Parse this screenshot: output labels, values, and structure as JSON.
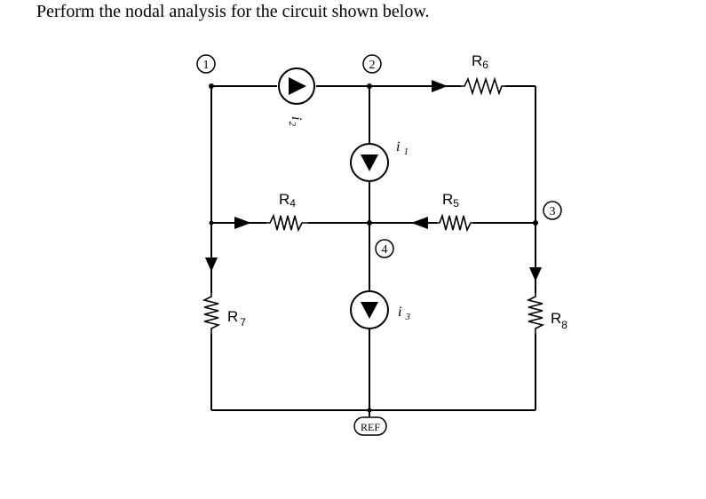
{
  "problem_text": "Perform the nodal analysis for the circuit shown below.",
  "nodes": {
    "n1": "1",
    "n2": "2",
    "n3": "3",
    "n4": "4",
    "ref": "REF"
  },
  "resistors": {
    "r4": {
      "main": "R",
      "sub": "4"
    },
    "r5": {
      "main": "R",
      "sub": "5"
    },
    "r6": {
      "main": "R",
      "sub": "6"
    },
    "r7": {
      "main": "R",
      "sub": "7"
    },
    "r8": {
      "main": "R",
      "sub": "8"
    }
  },
  "sources": {
    "i1": {
      "main": "i",
      "sub": "1"
    },
    "i2": {
      "main": "i",
      "sub": "2"
    },
    "i3": {
      "main": "i",
      "sub": "3"
    }
  }
}
